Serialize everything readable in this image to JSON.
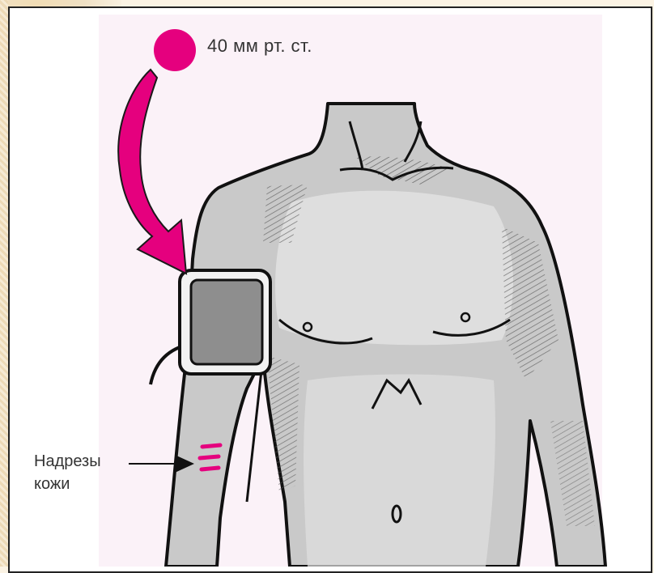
{
  "pressure_label": "40 мм рт. ст.",
  "cuts_label_line1": "Надрезы",
  "cuts_label_line2": "кожи",
  "colors": {
    "accent_magenta": "#e5007e",
    "skin_gray": "#c4c4c4",
    "cuff_gray": "#8e8e8e",
    "ink": "#111111"
  },
  "icons": {
    "pressure_marker": "magenta-dot",
    "arrow": "curved-arrow"
  }
}
